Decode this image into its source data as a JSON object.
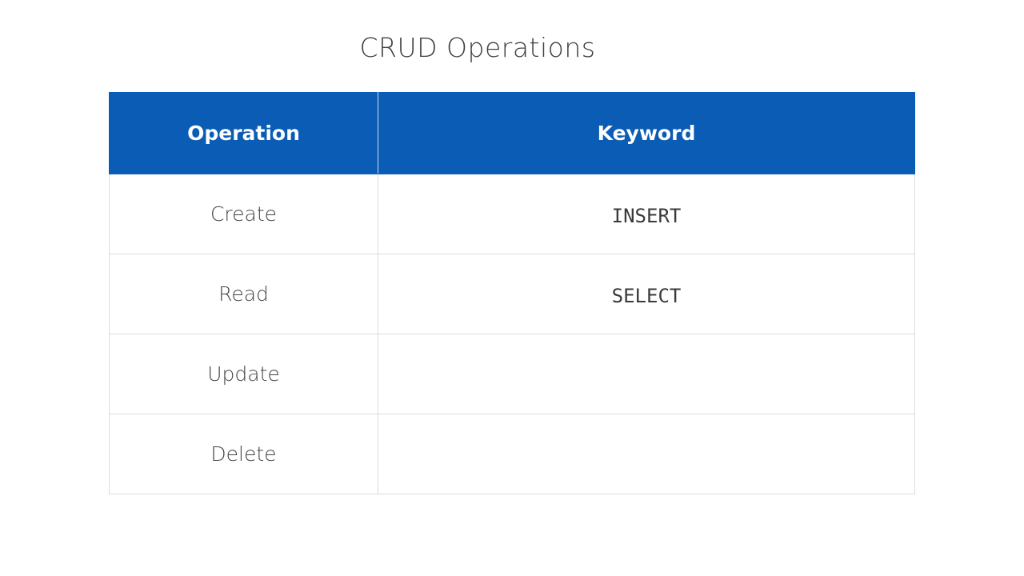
{
  "title": "CRUD Operations",
  "table": {
    "headers": [
      "Operation",
      "Keyword"
    ],
    "header_color": "#0b5cb5",
    "rows": [
      {
        "operation": "Create",
        "keyword": "INSERT"
      },
      {
        "operation": "Read",
        "keyword": "SELECT"
      },
      {
        "operation": "Update",
        "keyword": ""
      },
      {
        "operation": "Delete",
        "keyword": ""
      }
    ]
  }
}
